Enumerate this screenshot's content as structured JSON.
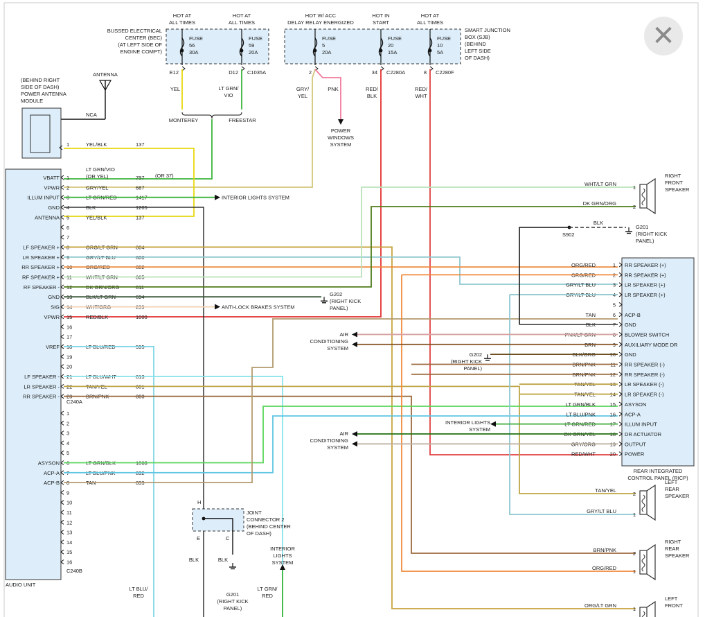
{
  "colors": {
    "YEL": "#e8d80e",
    "GRN": "#3cb43c",
    "LTGRN": "#8fd98f",
    "GRYYEL": "#d2c67a",
    "ORGLTGRN": "#c6a23e",
    "GRYLTBLU": "#8ec7cf",
    "ORGRED": "#f08a3c",
    "WHTLTGRN": "#b9e2b9",
    "DKGRNORG": "#4f7d1a",
    "BLKLTGRN": "#3a5a3a",
    "WHTORG": "#f0d2b0",
    "REDBLK": "#e03030",
    "LTBLURED": "#80d6e6",
    "LTBLUWHT": "#86e3ea",
    "TANYEL": "#bfa546",
    "BRNPNK": "#9c6a3d",
    "LTGRNBLK": "#5ad65a",
    "LTBLUPNK": "#5ec5e2",
    "TAN": "#b39a6e",
    "PNK": "#f07a9a",
    "REDWHT": "#e04040",
    "BLK": "#333333",
    "BRN": "#8b5a2b",
    "BLKORG": "#6b4a1b",
    "LTGRNRED": "#3fae3f",
    "DKGRNYEL": "#2f7a20",
    "GRYORG": "#c0b4a4",
    "PNKLTGRN": "#d9a3a3",
    "panel": "#ddeefa"
  },
  "ui": {
    "close_icon": "close-icon",
    "close_glyph": "✕"
  },
  "fuses": {
    "bec_group": "BUSSED ELECTRICAL|CENTER (BEC)|(AT LEFT SIDE OF|ENGINE COMPT)",
    "sjb_group": "SMART JUNCTION|BOX (SJB)|(BEHIND|LEFT SIDE|OF DASH)",
    "items": [
      {
        "hot": "HOT AT|ALL TIMES",
        "label": "FUSE|56|30A",
        "pin": "E12",
        "conn": ""
      },
      {
        "hot": "HOT AT|ALL TIMES",
        "label": "FUSE|59|20A",
        "pin": "D12",
        "conn": "C1035A"
      },
      {
        "hot": "HOT W/ ACC|DELAY RELAY ENERGIZED",
        "label": "FUSE|5|20A",
        "pin": "2",
        "conn": ""
      },
      {
        "hot": "HOT IN|START",
        "label": "FUSE|20|15A",
        "pin": "34",
        "conn": "C2280A"
      },
      {
        "hot": "HOT AT|ALL TIMES",
        "label": "FUSE|10|5A",
        "pin": "8",
        "conn": "C2280F"
      }
    ]
  },
  "labels": {
    "antenna": "ANTENNA",
    "antenna_module": "(BEHIND RIGHT|SIDE OF DASH)|POWER ANTENNA|MODULE",
    "nca": "NCA",
    "monterey": "MONTEREY",
    "freestar": "FREESTAR",
    "power_windows": "POWER|WINDOWS|SYSTEM",
    "interior_lights": "INTERIOR LIGHTS SYSTEM",
    "antilock": "ANTI-LOCK BRAKES SYSTEM",
    "g202": "G202|(RIGHT KICK|PANEL)",
    "air_conditioning": "AIR|CONDITIONING|SYSTEM",
    "interior_lights_2": "INTERIOR LIGHTS|SYSTEM",
    "g202_b": "G202|(RIGHT KICK|PANEL)",
    "g201": "G201|(RIGHT KICK|PANEL)",
    "s902": "S902",
    "joint_connector": "JOINT|CONNECTOR 2|(BEHIND CENTER|OF DASH)",
    "interior_lights_3": "INTERIOR|LIGHTS|SYSTEM",
    "g201_b": "G201|(RIGHT KICK|PANEL)",
    "audio_unit": "AUDIO UNIT",
    "c240a": "C240A",
    "c240b": "C240B",
    "ricp": "REAR INTEGRATED|CONTROL PANEL (RICP)",
    "jc_h": "H",
    "jc_e": "E",
    "jc_c": "C",
    "blk": "BLK",
    "ltblu_red": "LT BLU/|RED",
    "ltgrn_red": "LT GRN/|RED",
    "wire_yel": "YEL",
    "wire_ltgrn_vio": "LT GRN/|VIO",
    "wire_gry_yel": "GRY/|YEL",
    "wire_pnk": "PNK",
    "wire_red_blk": "RED/|BLK",
    "wire_red_wht": "RED/|WHT",
    "or37": "(OR 37)",
    "speaker_rf": "RIGHT|FRONT|SPEAKER",
    "speaker_lr": "LEFT|REAR|SPEAKER",
    "speaker_rr": "RIGHT|REAR|SPEAKER",
    "speaker_lf": "LEFT|FRONT"
  },
  "antenna_pin": {
    "pin": "1",
    "wire": "YEL/BLK",
    "circuit": "137"
  },
  "audio_a": [
    {
      "pin": "1",
      "name": "VBATT",
      "wire": "LT GRN/VIO|(OR YEL)",
      "circuit": "797"
    },
    {
      "pin": "2",
      "name": "VPWR",
      "wire": "GRY/YEL",
      "circuit": "687"
    },
    {
      "pin": "3",
      "name": "ILLUM INPUT",
      "wire": "LT GRN/RED",
      "circuit": "1417"
    },
    {
      "pin": "4",
      "name": "GND",
      "wire": "BLK",
      "circuit": "1205"
    },
    {
      "pin": "5",
      "name": "ANTENNA",
      "wire": "YEL/BLK",
      "circuit": "137"
    },
    {
      "pin": "6",
      "name": "",
      "wire": "",
      "circuit": ""
    },
    {
      "pin": "7",
      "name": "",
      "wire": "",
      "circuit": ""
    },
    {
      "pin": "8",
      "name": "LF SPEAKER +",
      "wire": "ORG/LT GRN",
      "circuit": "804"
    },
    {
      "pin": "9",
      "name": "LR SPEAKER +",
      "wire": "GRY/LT BLU",
      "circuit": "800"
    },
    {
      "pin": "10",
      "name": "RR SPEAKER +",
      "wire": "ORG/RED",
      "circuit": "802"
    },
    {
      "pin": "11",
      "name": "RF SPEAKER +",
      "wire": "WHT/LT GRN",
      "circuit": "805"
    },
    {
      "pin": "12",
      "name": "RF SPEAKER -",
      "wire": "DK GRN/ORG",
      "circuit": "811"
    },
    {
      "pin": "13",
      "name": "GND",
      "wire": "BLK/LT GRN",
      "circuit": "694"
    },
    {
      "pin": "14",
      "name": "SIG",
      "wire": "WHT/ORG",
      "circuit": "239"
    },
    {
      "pin": "15",
      "name": "VPWR",
      "wire": "RED/BLK",
      "circuit": "1000"
    },
    {
      "pin": "16",
      "name": "",
      "wire": "",
      "circuit": ""
    },
    {
      "pin": "17",
      "name": "",
      "wire": "",
      "circuit": ""
    },
    {
      "pin": "18",
      "name": "VREF",
      "wire": "LT BLU/RED",
      "circuit": "595"
    },
    {
      "pin": "19",
      "name": "",
      "wire": "",
      "circuit": ""
    },
    {
      "pin": "20",
      "name": "",
      "wire": "",
      "circuit": ""
    },
    {
      "pin": "21",
      "name": "LF SPEAKER -",
      "wire": "LT BLU/WHT",
      "circuit": "813"
    },
    {
      "pin": "22",
      "name": "LR SPEAKER -",
      "wire": "TAN/YEL",
      "circuit": "801"
    },
    {
      "pin": "23",
      "name": "RR SPEAKER -",
      "wire": "BRN/PNK",
      "circuit": "803"
    }
  ],
  "audio_b": [
    {
      "pin": "1",
      "name": "",
      "wire": "",
      "circuit": ""
    },
    {
      "pin": "2",
      "name": "",
      "wire": "",
      "circuit": ""
    },
    {
      "pin": "3",
      "name": "",
      "wire": "",
      "circuit": ""
    },
    {
      "pin": "4",
      "name": "",
      "wire": "",
      "circuit": ""
    },
    {
      "pin": "5",
      "name": "",
      "wire": "",
      "circuit": ""
    },
    {
      "pin": "6",
      "name": "ASYSON",
      "wire": "LT GRN/BLK",
      "circuit": "1068"
    },
    {
      "pin": "7",
      "name": "ACP-A",
      "wire": "LT BLU/PNK",
      "circuit": "832"
    },
    {
      "pin": "8",
      "name": "ACP-B",
      "wire": "TAN",
      "circuit": "833"
    },
    {
      "pin": "9",
      "name": "",
      "wire": "",
      "circuit": ""
    },
    {
      "pin": "10",
      "name": "",
      "wire": "",
      "circuit": ""
    },
    {
      "pin": "11",
      "name": "",
      "wire": "",
      "circuit": ""
    },
    {
      "pin": "12",
      "name": "",
      "wire": "",
      "circuit": ""
    },
    {
      "pin": "13",
      "name": "",
      "wire": "",
      "circuit": ""
    },
    {
      "pin": "14",
      "name": "",
      "wire": "",
      "circuit": ""
    },
    {
      "pin": "15",
      "name": "",
      "wire": "",
      "circuit": ""
    },
    {
      "pin": "16",
      "name": "",
      "wire": "",
      "circuit": ""
    }
  ],
  "ricp": [
    {
      "pin": "1",
      "name": "RR SPEAKER (+)",
      "wire": "ORG/RED"
    },
    {
      "pin": "2",
      "name": "RR SPEAKER (+)",
      "wire": "ORG/RED"
    },
    {
      "pin": "3",
      "name": "LR SPEAKER (+)",
      "wire": "GRY/LT BLU"
    },
    {
      "pin": "4",
      "name": "LR SPEAKER (+)",
      "wire": "GRY/LT BLU"
    },
    {
      "pin": "5",
      "name": "",
      "wire": ""
    },
    {
      "pin": "6",
      "name": "ACP-B",
      "wire": "TAN"
    },
    {
      "pin": "7",
      "name": "GND",
      "wire": "BLK"
    },
    {
      "pin": "8",
      "name": "BLOWER SWITCH",
      "wire": "PNK/LT GRN"
    },
    {
      "pin": "9",
      "name": "AUXILIARY MODE DR",
      "wire": "BRN"
    },
    {
      "pin": "10",
      "name": "GND",
      "wire": "BLK/ORG"
    },
    {
      "pin": "11",
      "name": "RR SPEAKER (-)",
      "wire": "BRN/PNK"
    },
    {
      "pin": "12",
      "name": "RR SPEAKER (-)",
      "wire": "BRN/PNK"
    },
    {
      "pin": "13",
      "name": "LR SPEAKER (-)",
      "wire": "TAN/YEL"
    },
    {
      "pin": "14",
      "name": "LR SPEAKER (-)",
      "wire": "TAN/YEL"
    },
    {
      "pin": "15",
      "name": "ASYSON",
      "wire": "LT GRN/BLK"
    },
    {
      "pin": "16",
      "name": "ACP-A",
      "wire": "LT BLU/PNK"
    },
    {
      "pin": "17",
      "name": "ILLUM INPUT",
      "wire": "LT GRN/RED"
    },
    {
      "pin": "18",
      "name": "DR ACTUATOR",
      "wire": "DK GRN/YEL"
    },
    {
      "pin": "19",
      "name": "OUTPUT",
      "wire": "GRY/ORG"
    },
    {
      "pin": "20",
      "name": "POWER",
      "wire": "RED/WHT"
    }
  ],
  "speakers": {
    "rf": [
      {
        "pin": "1",
        "wire": "WHT/LT GRN"
      },
      {
        "pin": "2",
        "wire": "DK GRN/ORG"
      }
    ],
    "lr": [
      {
        "pin": "2",
        "wire": "TAN/YEL"
      },
      {
        "pin": "1",
        "wire": "GRY/LT BLU"
      }
    ],
    "rr": [
      {
        "pin": "2",
        "wire": "BRN/PNK"
      },
      {
        "pin": "1",
        "wire": "ORG/RED"
      }
    ],
    "lf": [
      {
        "pin": "1",
        "wire": "ORG/LT GRN"
      }
    ]
  }
}
